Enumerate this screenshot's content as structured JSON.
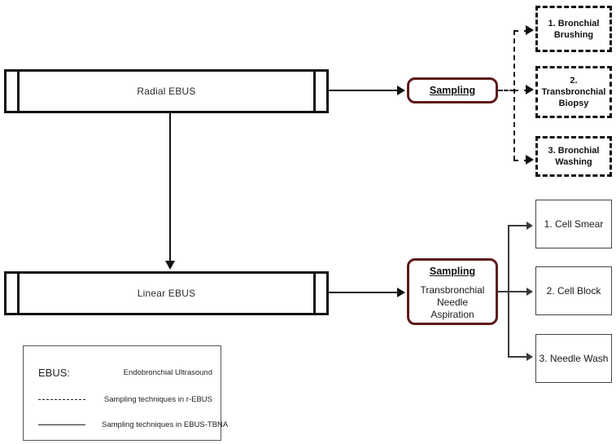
{
  "diagram": {
    "title": "EBUS sampling techniques flowchart",
    "colors": {
      "sampling_border": "#5c1a1a",
      "bar_border": "#111111",
      "outcome_solid_border": "#444444",
      "outcome_dashed_border": "#111111",
      "background": "#ffffff"
    }
  },
  "modalities": [
    {
      "id": "radial",
      "label": "Radial EBUS"
    },
    {
      "id": "linear",
      "label": "Linear EBUS"
    }
  ],
  "sampling_nodes": [
    {
      "id": "radial-sampling",
      "title": "Sampling",
      "body": ""
    },
    {
      "id": "linear-sampling",
      "title": "Sampling",
      "body_lines": [
        "Transbronchial",
        "Needle",
        "Aspiration"
      ]
    }
  ],
  "radial_outcomes": [
    {
      "index": "1.",
      "lines": [
        "1. Bronchial",
        "Brushing"
      ]
    },
    {
      "index": "2.",
      "lines": [
        "2.",
        "Transbronchial",
        "Biopsy"
      ]
    },
    {
      "index": "3.",
      "lines": [
        "3. Bronchial",
        "Washing"
      ]
    }
  ],
  "linear_outcomes": [
    {
      "index": "1.",
      "label": "1. Cell Smear"
    },
    {
      "index": "2.",
      "label": "2. Cell Block"
    },
    {
      "index": "3.",
      "label": "3. Needle Wash"
    }
  ],
  "legend": {
    "rows": [
      {
        "key_type": "abbr",
        "key": "EBUS:",
        "text": "Endobronchial Ultrasound"
      },
      {
        "key_type": "dashed-line",
        "key": "",
        "text": "Sampling techniques in r-EBUS"
      },
      {
        "key_type": "solid-line",
        "key": "",
        "text": "Sampling techniques in EBUS-TBNA"
      }
    ]
  }
}
